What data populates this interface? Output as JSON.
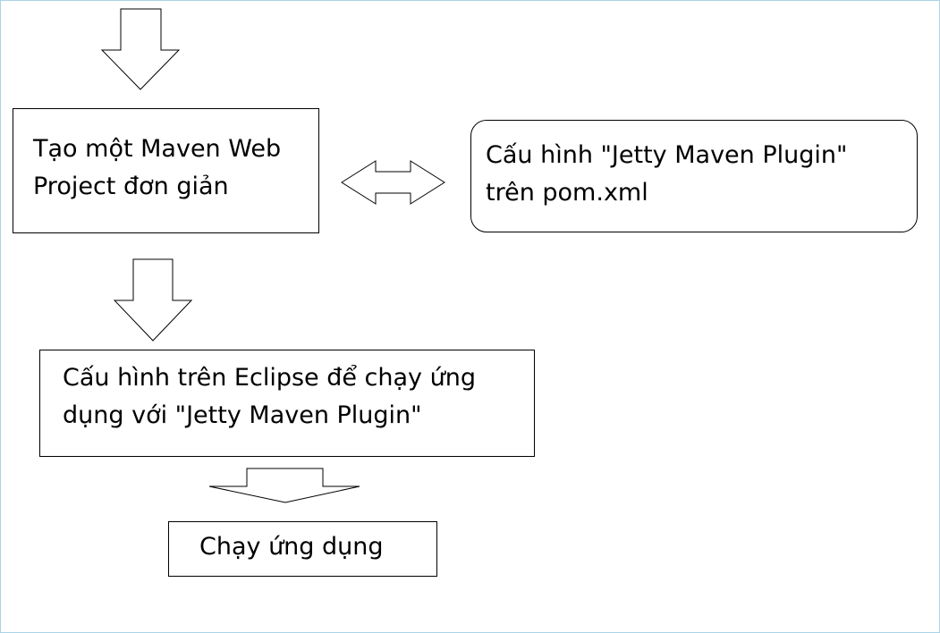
{
  "diagram": {
    "step_create_project": {
      "line1": "Tạo một Maven Web",
      "line2": "Project đơn giản"
    },
    "step_configure_pom": {
      "line1": "Cấu hình \"Jetty Maven Plugin\"",
      "line2": "trên pom.xml"
    },
    "step_configure_eclipse": {
      "line1": "Cấu hình trên Eclipse để chạy ứng",
      "line2": "dụng với \"Jetty Maven Plugin\""
    },
    "step_run_app": {
      "label": "Chạy ứng dụng"
    },
    "colors": {
      "frame_border": "#a9d3e6",
      "box_border": "#000000",
      "background": "#ffffff"
    },
    "connectors": {
      "start": "down-arrow",
      "create_to_pom": "double-arrow",
      "create_to_eclipse": "down-arrow",
      "eclipse_to_run": "down-arrow"
    }
  }
}
